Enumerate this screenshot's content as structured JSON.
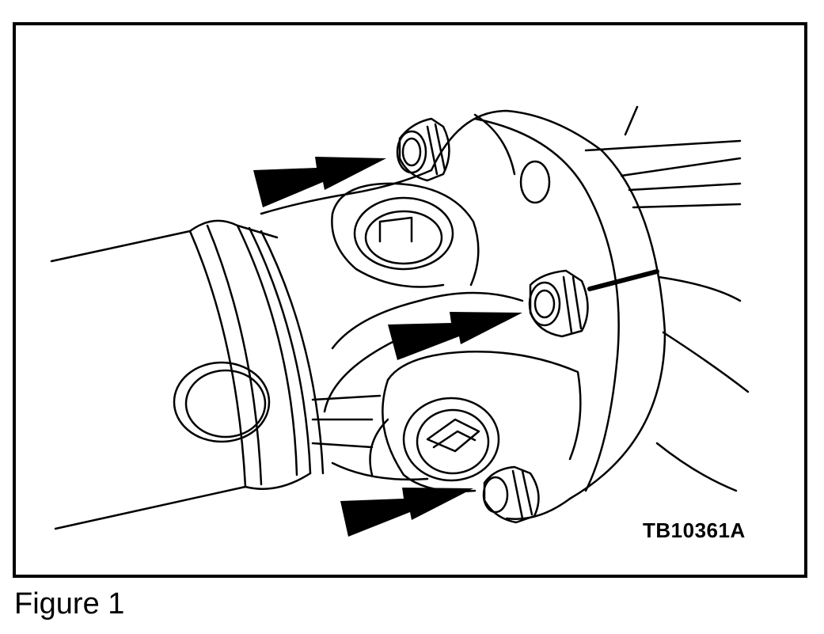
{
  "figure": {
    "reference_code": "TB10361A",
    "caption": "Figure 1"
  },
  "colors": {
    "ink": "#000000",
    "paper": "#ffffff"
  },
  "callouts": [
    {
      "name": "arrow-upper-bolt",
      "points_to": "upper bolt"
    },
    {
      "name": "arrow-middle-bolt",
      "points_to": "middle bolt"
    },
    {
      "name": "arrow-lower-bolt",
      "points_to": "lower bolt"
    }
  ]
}
